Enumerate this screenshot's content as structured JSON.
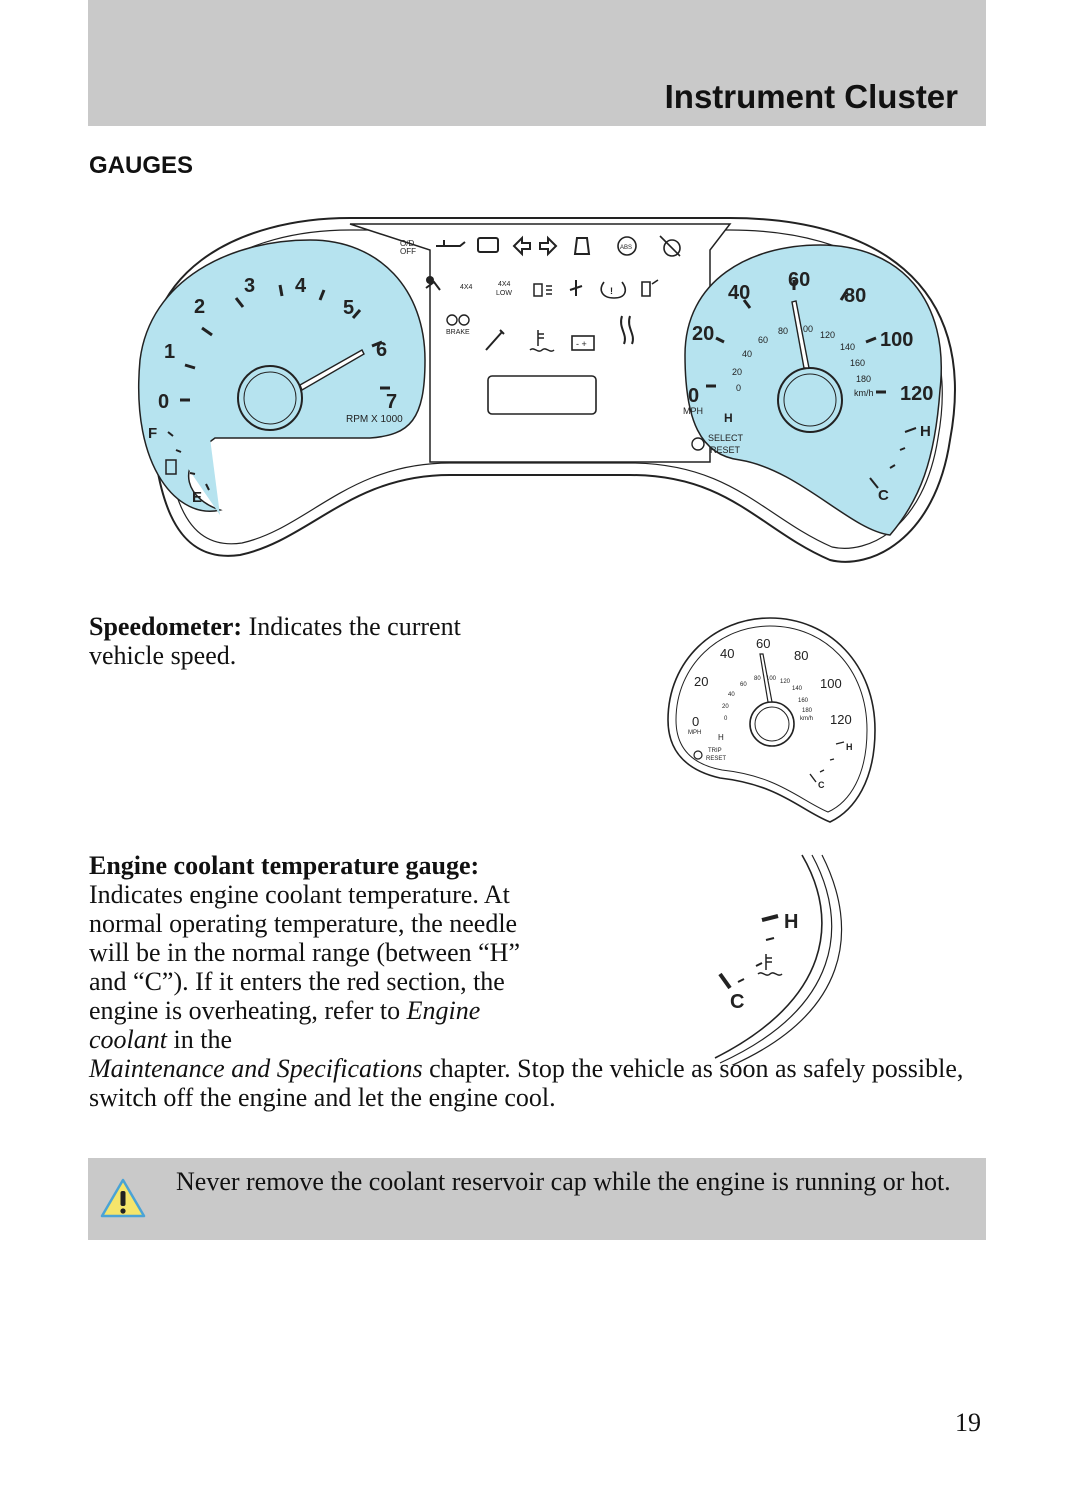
{
  "header": {
    "title": "Instrument Cluster"
  },
  "section": {
    "heading": "GAUGES"
  },
  "colors": {
    "gauge_fill": "#b6e3ef",
    "band_gray": "#c9c9c9",
    "warning_yellow": "#f5e56b",
    "warning_blue": "#4aa3d6"
  },
  "cluster": {
    "tach_numbers": [
      "0",
      "1",
      "2",
      "3",
      "4",
      "5",
      "6",
      "7"
    ],
    "tach_label": "RPM X 1000",
    "fuel_full": "F",
    "fuel_empty": "E",
    "indicator_top": [
      "O/D",
      "OFF"
    ],
    "indicator_4x4": "4X4",
    "indicator_4x4low": [
      "4X4",
      "LOW"
    ],
    "indicator_brake": "BRAKE",
    "mph_numbers": [
      "0",
      "20",
      "40",
      "60",
      "80",
      "100",
      "120"
    ],
    "mph_label": "MPH",
    "kmh_numbers": [
      "0",
      "20",
      "40",
      "60",
      "80",
      "100",
      "120",
      "140",
      "160",
      "180"
    ],
    "kmh_label": "km/h",
    "temp_hot": "H",
    "temp_cold": "C",
    "select_reset": [
      "SELECT",
      "RESET"
    ]
  },
  "speedo_figure": {
    "trip_reset": [
      "TRIP",
      "RESET"
    ]
  },
  "speedometer": {
    "label": "Speedometer:",
    "text": " Indicates the current vehicle speed."
  },
  "coolant": {
    "label": "Engine coolant temperature gauge:",
    "text1": " Indicates engine coolant temperature. At normal operating temperature, the needle will be in the normal range (between “H” and “C”). If it enters the red section, the engine is overheating, refer to ",
    "italic1": "Engine coolant",
    "text2": " in the ",
    "italic2": "Maintenance and Specifications",
    "text3": " chapter. Stop the vehicle as soon as safely possible, switch off the engine and let the engine cool."
  },
  "warning": {
    "text": "Never remove the coolant reservoir cap while the engine is running or hot."
  },
  "page_number": "19"
}
